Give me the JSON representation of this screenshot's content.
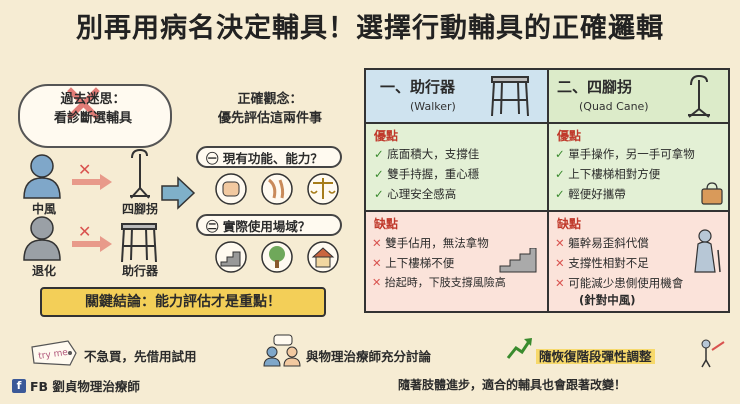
{
  "title": "別再用病名決定輔具！選擇行動輔具的正確邏輯",
  "left": {
    "myth_line1": "過去迷思：",
    "myth_line2": "看診斷選輔具",
    "example1_label": "中風",
    "example1_tool": "四腳拐",
    "example2_label": "退化",
    "example2_tool": "助行器",
    "concept_line1": "正確觀念：",
    "concept_line2": "優先評估這兩件事",
    "q1": "㊀ 現有功能、能力？",
    "q2": "㊁ 實際使用場域？",
    "conclusion": "關鍵結論：能力評估才是重點！"
  },
  "walker": {
    "title": "一、助行器",
    "subtitle": "(Walker)",
    "pros_label": "優點",
    "pros": [
      "底面積大，支撐佳",
      "雙手持握，重心穩",
      "心理安全感高"
    ],
    "cons_label": "缺點",
    "cons": [
      "雙手佔用，無法拿物",
      "上下樓梯不便",
      "抬起時，下肢支撐風險高"
    ]
  },
  "cane": {
    "title": "二、四腳拐",
    "subtitle": "(Quad Cane)",
    "pros_label": "優點",
    "pros": [
      "單手操作，另一手可拿物",
      "上下樓梯相對方便",
      "輕便好攜帶"
    ],
    "cons_label": "缺點",
    "cons": [
      "軀幹易歪斜代償",
      "支撐性相對不足",
      "可能減少患側使用機會"
    ],
    "cons_note": "(針對中風)"
  },
  "bottom": {
    "tip1_tag": "try me",
    "tip1": "不急買，先借用試用",
    "tip2": "與物理治療師充分討論",
    "tip3": "隨恢復階段彈性調整",
    "credit": "FB 劉貞物理治療師",
    "footnote": "隨著肢體進步，適合的輔具也會跟著改變！"
  },
  "colors": {
    "background": "#f6ecd3",
    "header_blue": "#cfe3ef",
    "header_green": "#dcebc9",
    "pros_bg": "#e3f0d5",
    "cons_bg": "#fbe3da",
    "accent_red": "#d9534f",
    "accent_green": "#3a8b2e",
    "highlight": "#f3cf58"
  }
}
